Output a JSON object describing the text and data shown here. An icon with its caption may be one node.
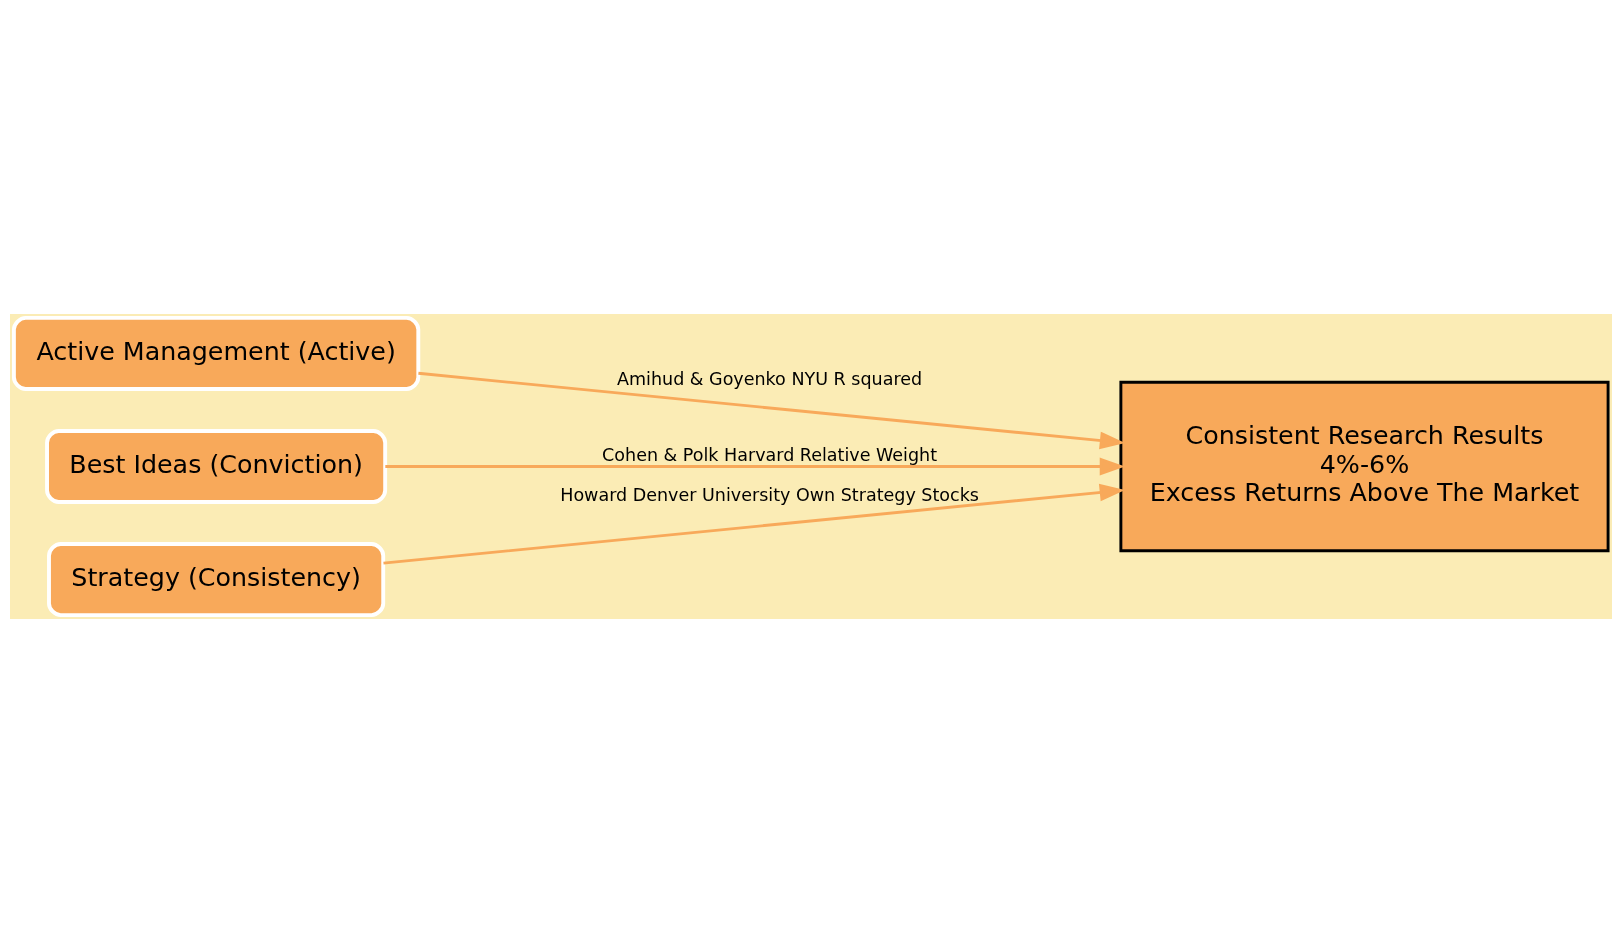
{
  "diagram": {
    "nodes": [
      {
        "text": [
          "Active Management (Active)"
        ]
      },
      {
        "text": [
          "Best Ideas (Conviction)"
        ]
      },
      {
        "text": [
          "Strategy (Consistency)"
        ]
      },
      {
        "text": [
          "Consistent Research Results",
          "4%-6%",
          "Excess Returns Above The Market"
        ]
      }
    ],
    "edges": [
      {
        "from": 0,
        "to": 3,
        "arrow": "to",
        "label": "Amihud & Goyenko NYU R squared"
      },
      {
        "from": 1,
        "to": 3,
        "arrow": "to",
        "label": "Cohen & Polk Harvard Relative Weight"
      },
      {
        "from": 2,
        "to": 3,
        "arrow": "to",
        "label": "Howard Denver University Own Strategy Stocks"
      }
    ]
  }
}
